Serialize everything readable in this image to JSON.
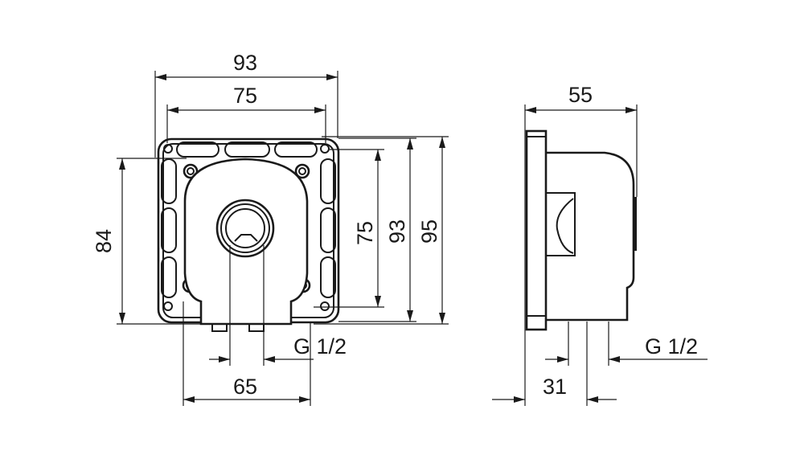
{
  "front_view": {
    "width_overall": "93",
    "width_holes": "75",
    "height_left": "84",
    "height_holes": "75",
    "height_mid": "93",
    "height_overall": "95",
    "thread": "G 1/2",
    "outlet_spacing": "65"
  },
  "side_view": {
    "depth": "55",
    "thread": "G 1/2",
    "outlet_offset": "31"
  },
  "colors": {
    "line": "#1a1a1a",
    "background": "#ffffff"
  }
}
